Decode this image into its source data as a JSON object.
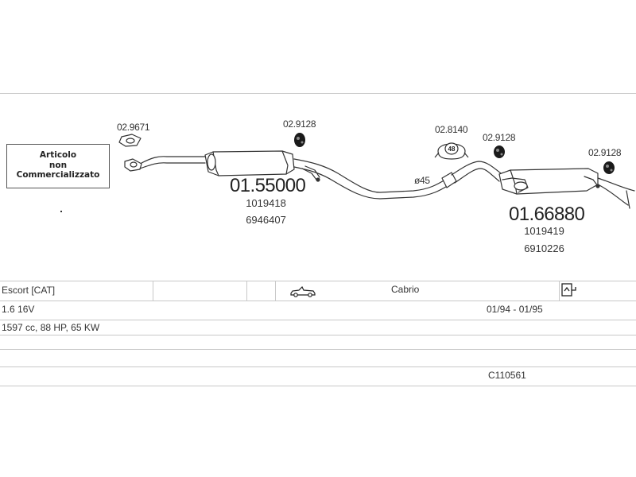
{
  "diagram": {
    "note": {
      "line1": "Articolo",
      "line2": "non",
      "line3": "Commercializzato"
    },
    "parts": {
      "clamp_front": "02.9671",
      "mount_a": "02.9128",
      "mount_b": "02.9128",
      "mount_c": "02.9128",
      "hanger_48": "02.8140",
      "hanger_48_size": "48",
      "diameter": "ø45"
    },
    "middle_silencer": {
      "code": "01.55000",
      "ref1": "1019418",
      "ref2": "6946407"
    },
    "rear_silencer": {
      "code": "01.66880",
      "ref1": "1019419",
      "ref2": "6910226"
    }
  },
  "vehicle": {
    "model": "Escort  [CAT]",
    "body_type": "Cabrio",
    "engine": "1.6 16V",
    "years": "01/94 - 01/95",
    "specs": "1597 cc, 88 HP, 65 KW",
    "system_code": "C110561"
  },
  "icons": {
    "body": "convertible-car-icon",
    "gearbox": "manual-gearbox-icon"
  }
}
